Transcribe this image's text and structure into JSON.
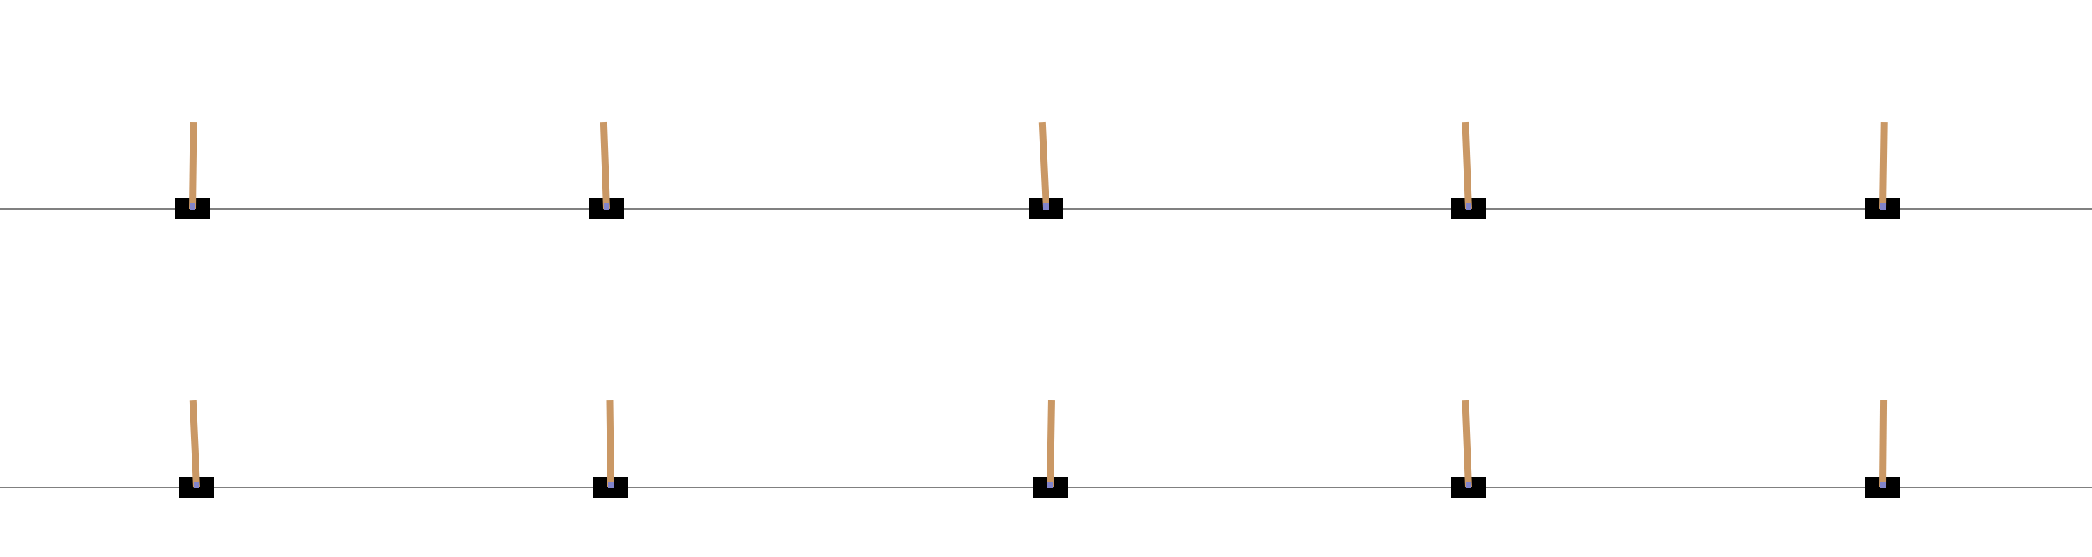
{
  "layout": {
    "rows": 2,
    "cols": 5
  },
  "colors": {
    "background": "#ffffff",
    "track": "#000000",
    "cart": "#000000",
    "pole": "#ca9865",
    "axle": "#8184cb"
  },
  "environments": [
    {
      "id": 1,
      "cart_offset": -0.4,
      "pole_angle_deg": 0.7
    },
    {
      "id": 2,
      "cart_offset": -0.5,
      "pole_angle_deg": -1.9
    },
    {
      "id": 3,
      "cart_offset": 0.0,
      "pole_angle_deg": -2.4
    },
    {
      "id": 4,
      "cart_offset": 0.1,
      "pole_angle_deg": -2.1
    },
    {
      "id": 5,
      "cart_offset": 0.0,
      "pole_angle_deg": 0.8
    },
    {
      "id": 6,
      "cart_offset": -0.3,
      "pole_angle_deg": -2.4
    },
    {
      "id": 7,
      "cart_offset": -0.4,
      "pole_angle_deg": -0.7
    },
    {
      "id": 8,
      "cart_offset": 0.1,
      "pole_angle_deg": 0.9
    },
    {
      "id": 9,
      "cart_offset": 0.1,
      "pole_angle_deg": -2.1
    },
    {
      "id": 10,
      "cart_offset": 0.0,
      "pole_angle_deg": 0.5
    }
  ]
}
